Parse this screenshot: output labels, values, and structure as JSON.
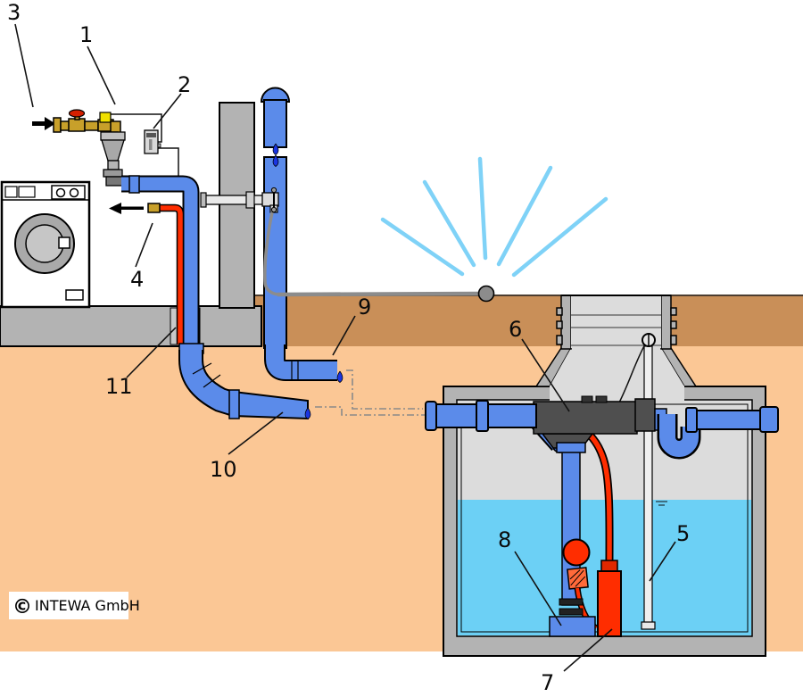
{
  "diagram": {
    "callouts": {
      "n1": "1",
      "n2": "2",
      "n3": "3",
      "n4": "4",
      "n5": "5",
      "n6": "6",
      "n7": "7",
      "n8": "8",
      "n9": "9",
      "n10": "10",
      "n11": "11"
    },
    "copyright": {
      "symbol": "©",
      "holder": "INTEWA GmbH"
    },
    "colors": {
      "pipe_blue": "#5b8bea",
      "water": "#6cd0f5",
      "spray": "#7fd2f7",
      "soil_light": "#fbc795",
      "soil_dark": "#c98f58",
      "concrete": "#b3b3b3",
      "tank_interior": "#dcdcdc",
      "accent_red": "#ff2d00",
      "brass": "#c8a02a",
      "valve_yellow": "#f0e000",
      "hose_gray": "#8c8c8c",
      "filter_dark": "#4f4f4f"
    }
  }
}
